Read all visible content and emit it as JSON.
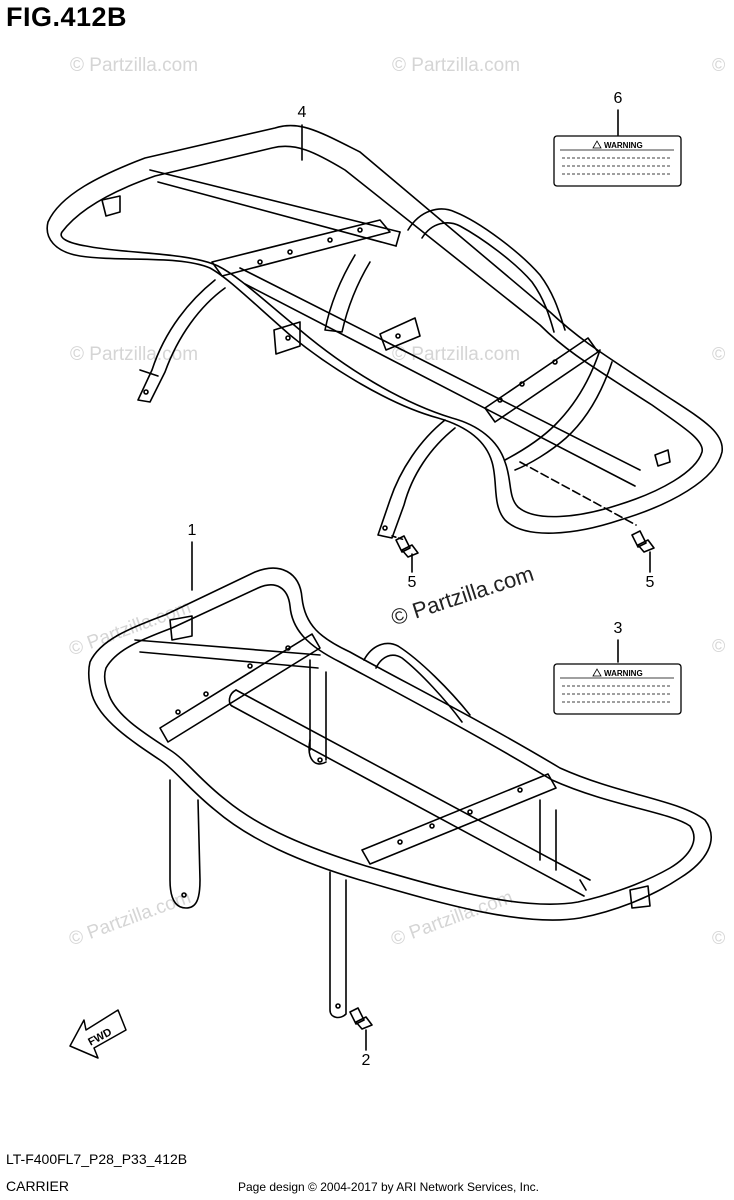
{
  "figure": {
    "title": "FIG.412B",
    "code": "LT-F400FL7_P28_P33_412B",
    "caption": "CARRIER",
    "credit": "Page design © 2004-2017 by ARI Network Services, Inc."
  },
  "callouts": {
    "c1": "1",
    "c2": "2",
    "c3": "3",
    "c4": "4",
    "c5a": "5",
    "c5b": "5",
    "c6": "6"
  },
  "warning_label": {
    "text": "WARNING"
  },
  "fwd_arrow": {
    "text": "FWD"
  },
  "watermarks": {
    "brand": "© Partzilla.com",
    "center": "© Partzilla.com",
    "mark": "©"
  }
}
